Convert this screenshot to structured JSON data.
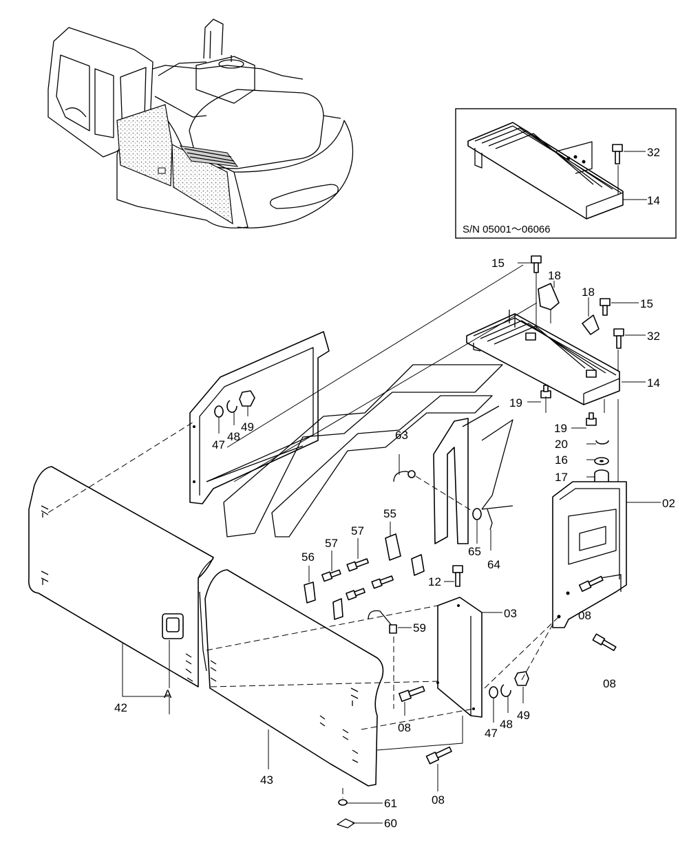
{
  "inset": {
    "serial_range": "S/N  05001～06066"
  },
  "labels": {
    "p02": "02",
    "p03": "03",
    "p08a": "08",
    "p08b": "08",
    "p08c": "08",
    "p08d": "08",
    "p12": "12",
    "p14a": "14",
    "p14b": "14",
    "p15a": "15",
    "p15b": "15",
    "p16": "16",
    "p17": "17",
    "p18a": "18",
    "p18b": "18",
    "p19a": "19",
    "p19b": "19",
    "p20": "20",
    "p32a": "32",
    "p32b": "32",
    "p42": "42",
    "p43": "43",
    "p47a": "47",
    "p47b": "47",
    "p48a": "48",
    "p48b": "48",
    "p49a": "49",
    "p49b": "49",
    "p55": "55",
    "p56": "56",
    "p57": "57",
    "p59": "59",
    "p60": "60",
    "p61": "61",
    "p63": "63",
    "p64": "64",
    "p65": "65",
    "viewA": "A"
  }
}
